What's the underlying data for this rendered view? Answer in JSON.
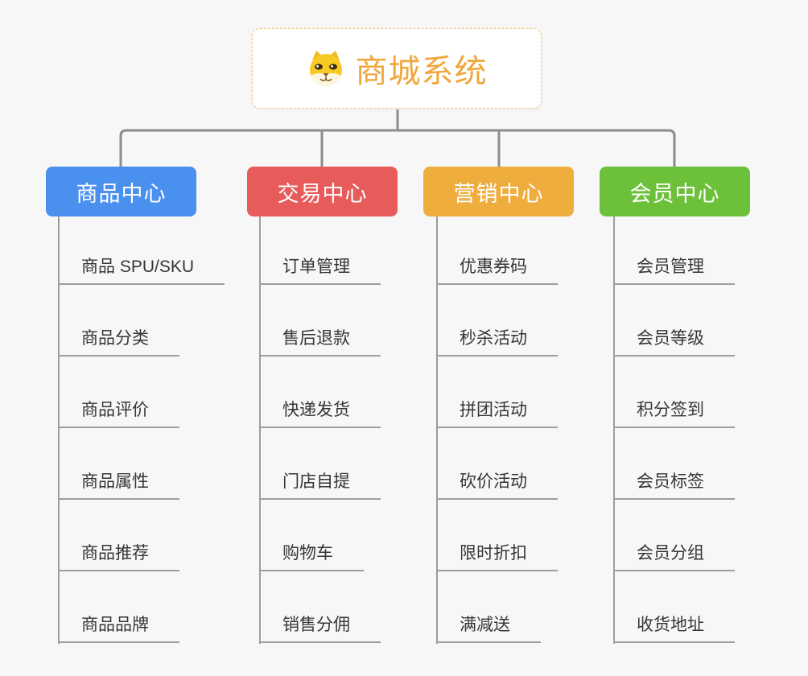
{
  "canvas": {
    "background": "#f7f7f7"
  },
  "root": {
    "label": "商城系统",
    "icon": "shiba-dog-icon",
    "text_color": "#f0a73c",
    "border_color": "#f2c577",
    "background": "#ffffff"
  },
  "connectors": {
    "trunk_color": "#8c8c8c",
    "column_line_color": "#9b9fa2"
  },
  "branches": [
    {
      "label": "商品中心",
      "color": "#4a90ee",
      "children": [
        "商品 SPU/SKU",
        "商品分类",
        "商品评价",
        "商品属性",
        "商品推荐",
        "商品品牌"
      ]
    },
    {
      "label": "交易中心",
      "color": "#e75b5b",
      "children": [
        "订单管理",
        "售后退款",
        "快递发货",
        "门店自提",
        "购物车",
        "销售分佣"
      ]
    },
    {
      "label": "营销中心",
      "color": "#efad3e",
      "children": [
        "优惠券码",
        "秒杀活动",
        "拼团活动",
        "砍价活动",
        "限时折扣",
        "满减送"
      ]
    },
    {
      "label": "会员中心",
      "color": "#6cc03a",
      "children": [
        "会员管理",
        "会员等级",
        "积分签到",
        "会员标签",
        "会员分组",
        "收货地址"
      ]
    }
  ]
}
